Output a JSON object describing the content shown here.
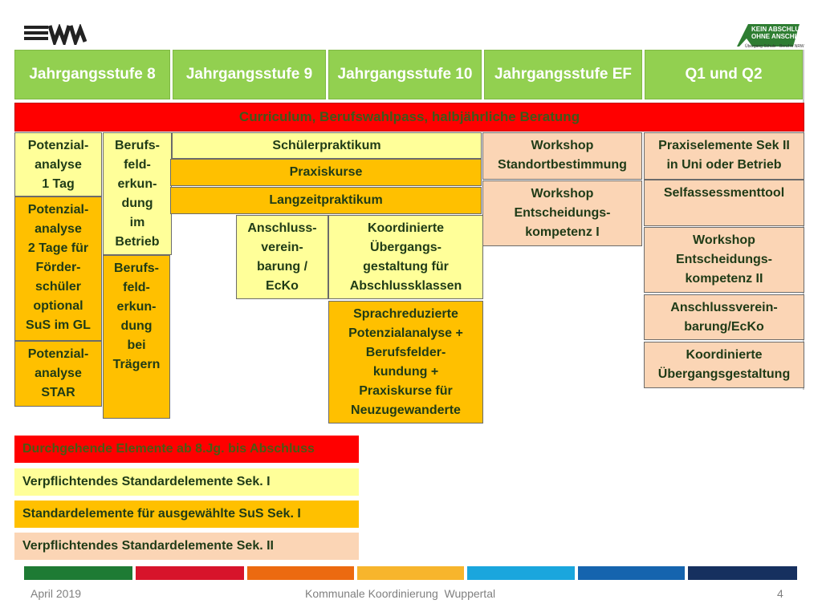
{
  "logo_right": {
    "line1": "KEIN ABSCHLUSS",
    "line2": "OHNE ANSCHLUSS",
    "line3": "Übergang Schule - Beruf in NRW"
  },
  "colors": {
    "header_green": "#92d050",
    "red": "#ff0000",
    "yellow": "#ffff99",
    "orange": "#ffc000",
    "peach": "#fbd5b5"
  },
  "headers": [
    "Jahrgangsstufe 8",
    "Jahrgangsstufe 9",
    "Jahrgangsstufe 10",
    "Jahrgangsstufe EF",
    "Q1 und Q2"
  ],
  "banner": "Curriculum, Berufswahlpass, halbjährliche Beratung",
  "elements": {
    "pot1": "Potenzial-\nanalyse\n1 Tag",
    "pot2": "Potenzial-\nanalyse\n2 Tage für\nFörder-\nschüler\noptional\nSuS im GL",
    "pot3": "Potenzial-\nanalyse\nSTAR",
    "bfe1": "Berufs-\nfeld-\nerkun-\ndung\nim\nBetrieb",
    "bfe2": "Berufs-\nfeld-\nerkun-\ndung\nbei\nTrägern",
    "sp": "Schülerpraktikum",
    "pk": "Praxiskurse",
    "lzp": "Langzeitpraktikum",
    "av": "Anschluss-\nverein-\nbarung /\nEcKo",
    "kug": "Koordinierte\nÜbergangs-\ngestaltung für\nAbschlussklassen",
    "spa": "Sprachreduzierte\nPotenzialanalyse +\nBerufsfelder-\nkundung +\nPraxiskurse für\nNeuzugewanderte",
    "ws1": "Workshop\nStandortbestimmung",
    "ws2": "Workshop\nEntscheidungs-\nkompetenz I",
    "pe": "Praxiselemente Sek II\nin Uni oder Betrieb",
    "sat": "Selfassessmenttool",
    "ws3": "Workshop\nEntscheidungs-\nkompetenz II",
    "av2": "Anschlussverein-\nbarung/EcKo",
    "kug2": "Koordinierte\nÜbergangsgestaltung"
  },
  "legend": [
    "Durchgehende Elemente ab 8.Jg. bis Abschluss",
    "Verpflichtendes Standardelemente Sek. I",
    "Standardelemente für ausgewählte SuS Sek. I",
    "Verpflichtendes Standardelemente Sek. II"
  ],
  "stripe_colors": [
    "#1e7b34",
    "#d7142b",
    "#ec6a10",
    "#f7b52c",
    "#1aa6dd",
    "#1564ae",
    "#16305f"
  ],
  "footer": {
    "date": "April 2019",
    "center": "Kommunale Koordinierung  Wuppertal",
    "page": "4"
  }
}
